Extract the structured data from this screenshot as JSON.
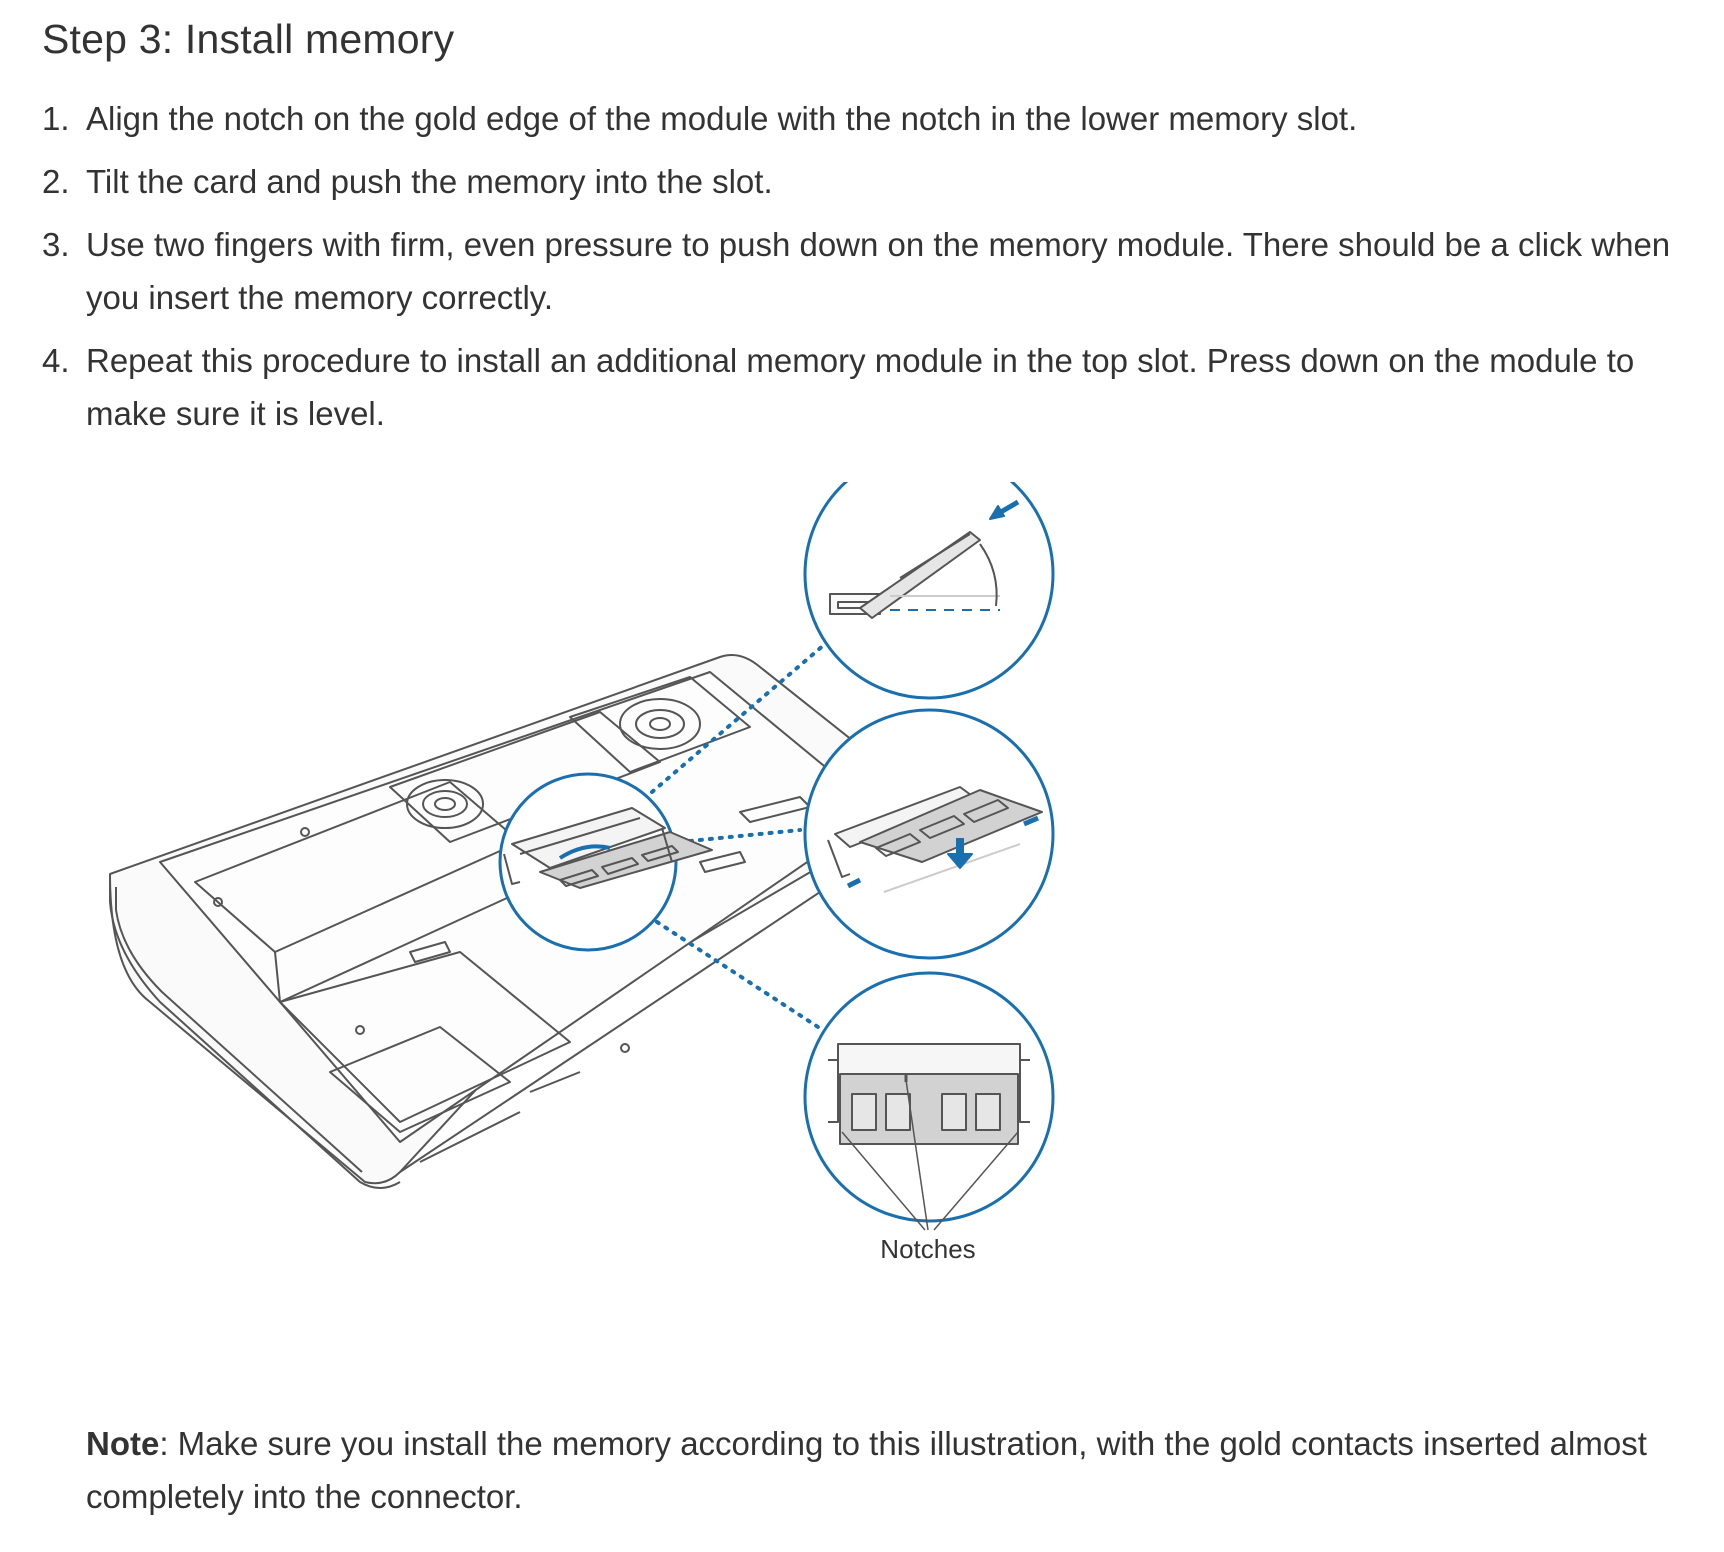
{
  "heading": "Step 3: Install memory",
  "steps": [
    {
      "number": "1.",
      "text": "Align the notch on the gold edge of the module with the notch in the lower memory slot."
    },
    {
      "number": "2.",
      "text": "Tilt the card and push the memory into the slot."
    },
    {
      "number": "3.",
      "text": "Use two fingers with firm, even pressure to push down on the memory module. There should be a click when you insert the memory correctly."
    },
    {
      "number": "4.",
      "text": "Repeat this procedure to install an additional memory module in the top slot. Press down on the module to make sure it is level."
    }
  ],
  "illustration": {
    "callout_label": "Notches",
    "accent_color": "#1a6fae",
    "line_color": "#555555"
  },
  "note": {
    "label": "Note",
    "text": ": Make sure you install the memory according to this illustration, with the gold contacts inserted almost completely into the connector."
  }
}
